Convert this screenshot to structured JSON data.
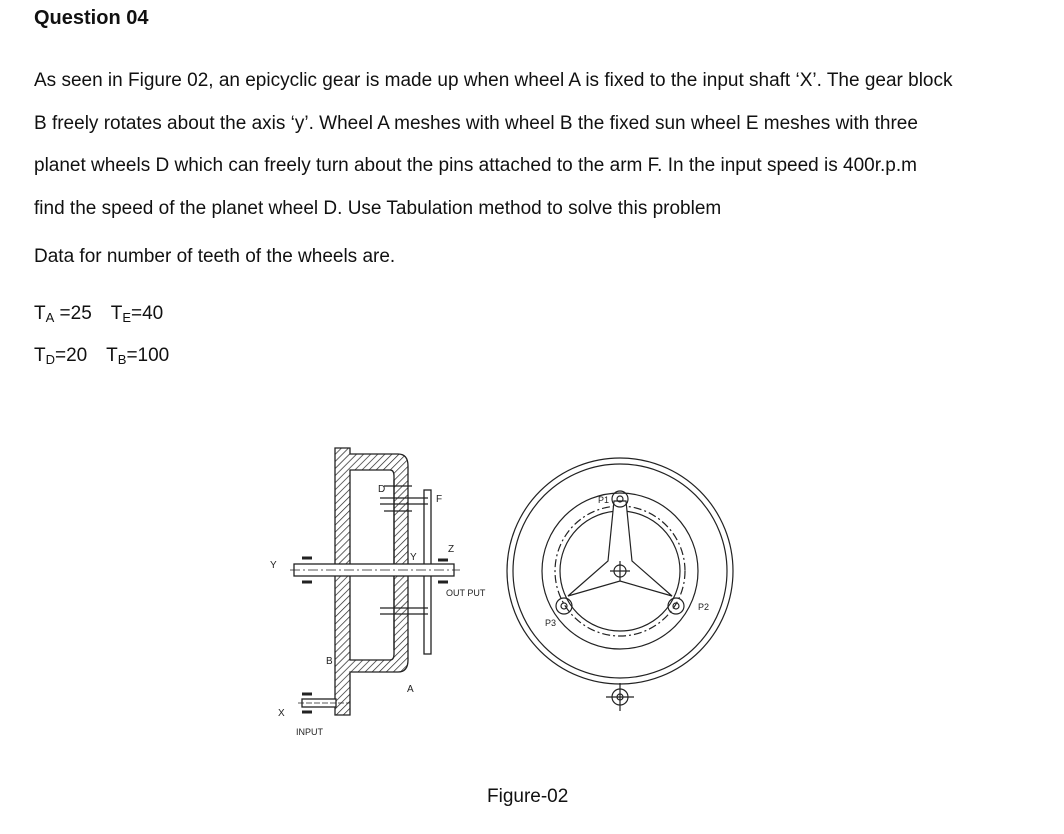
{
  "question": {
    "title": "Question 04",
    "paragraph_lines": [
      "As seen in Figure 02, an epicyclic gear is made up when wheel A is fixed to the input shaft ‘X’. The gear block",
      "B freely rotates about the axis ‘y’. Wheel A meshes with wheel B the fixed sun wheel E meshes with three",
      "planet wheels D which can freely turn about the pins attached to the arm F. In the input speed is 400r.p.m",
      "find the  speed of the planet wheel D. Use Tabulation method to solve this problem"
    ],
    "data_intro": "Data for number of teeth of the wheels are.",
    "teeth": [
      {
        "symbol": "T",
        "sub": "A",
        "value": " =25"
      },
      {
        "symbol": "T",
        "sub": "E",
        "value": "=40"
      },
      {
        "symbol": "T",
        "sub": "D",
        "value": "=20"
      },
      {
        "symbol": "T",
        "sub": "B",
        "value": "=100"
      }
    ]
  },
  "figure": {
    "caption": "Figure-02",
    "side_view_labels": {
      "y_left": "Y",
      "y_center": "Y",
      "d": "D",
      "f": "F",
      "z": "Z",
      "output": "OUT PUT",
      "b": "B",
      "a": "A",
      "x": "X",
      "input": "INPUT"
    },
    "front_view_labels": {
      "p1": "P1",
      "p2": "P2",
      "p3": "P3"
    }
  }
}
